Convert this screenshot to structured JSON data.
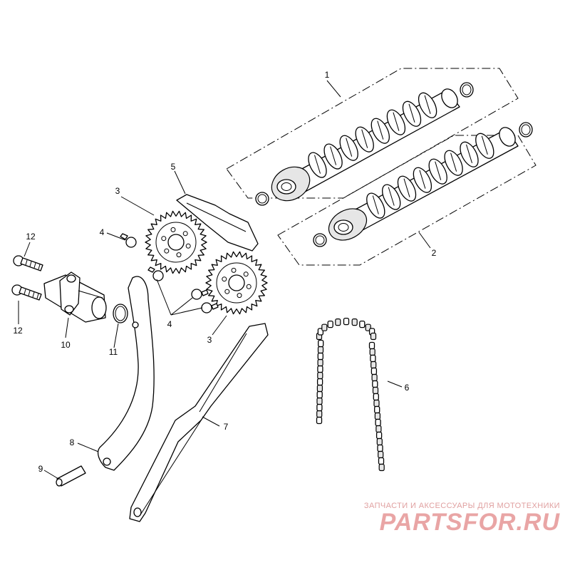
{
  "callouts": [
    {
      "id": "c1",
      "text": "1"
    },
    {
      "id": "c2",
      "text": "2"
    },
    {
      "id": "c3a",
      "text": "3"
    },
    {
      "id": "c3b",
      "text": "3"
    },
    {
      "id": "c4a",
      "text": "4"
    },
    {
      "id": "c4b",
      "text": "4"
    },
    {
      "id": "c5",
      "text": "5"
    },
    {
      "id": "c6",
      "text": "6"
    },
    {
      "id": "c7",
      "text": "7"
    },
    {
      "id": "c8",
      "text": "8"
    },
    {
      "id": "c9",
      "text": "9"
    },
    {
      "id": "c10",
      "text": "10"
    },
    {
      "id": "c11",
      "text": "11"
    },
    {
      "id": "c12a",
      "text": "12"
    },
    {
      "id": "c12b",
      "text": "12"
    }
  ],
  "watermark": {
    "subtitle": "ЗАПЧАСТИ И АКСЕССУАРЫ ДЛЯ МОТОТЕХНИКИ",
    "logo": "PARTSFOR.RU"
  },
  "colors": {
    "line": "#000000",
    "background": "#ffffff",
    "watermark": "#e9a5a5"
  }
}
